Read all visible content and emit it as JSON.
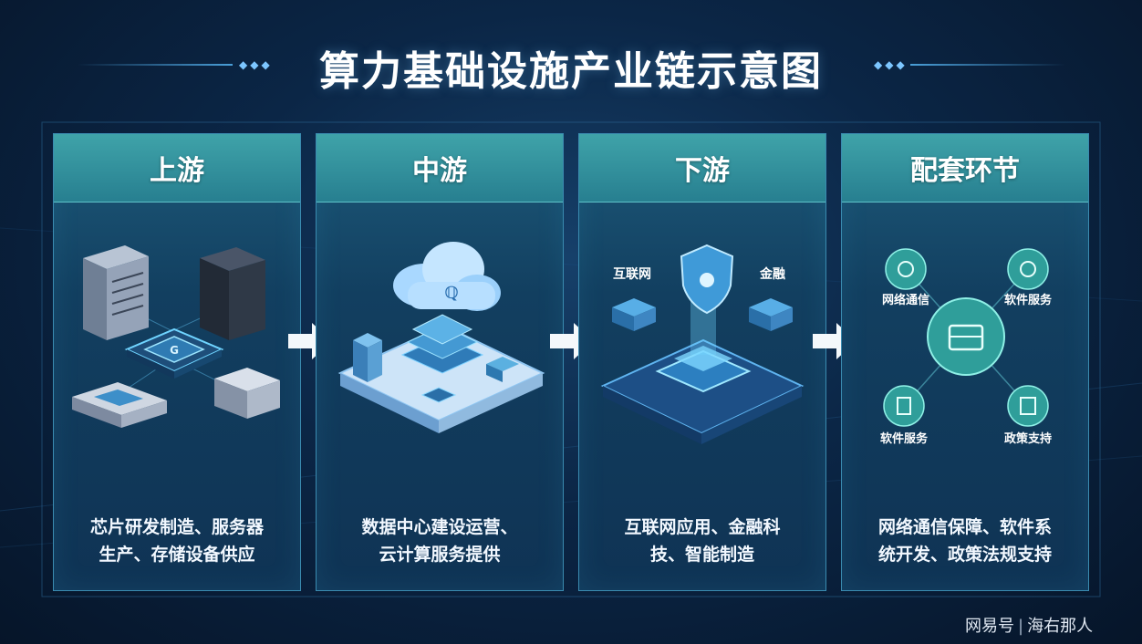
{
  "title": "算力基础设施产业链示意图",
  "panels": [
    {
      "heading": "上游",
      "desc_line1": "芯片研发制造、服务器",
      "desc_line2": "生产、存储设备供应"
    },
    {
      "heading": "中游",
      "desc_line1": "数据中心建设运营、",
      "desc_line2": "云计算服务提供"
    },
    {
      "heading": "下游",
      "desc_line1": "互联网应用、金融科",
      "desc_line2": "技、智能制造",
      "labels": {
        "left": "互联网",
        "right": "金融"
      }
    },
    {
      "heading": "配套环节",
      "desc_line1": "网络通信保障、软件系",
      "desc_line2": "统开发、政策法规支持",
      "nodes": {
        "top_left": "网络通信",
        "top_right": "软件服务",
        "bottom_left": "软件服务",
        "bottom_right": "政策支持"
      }
    }
  ],
  "watermark": {
    "brand": "网易号",
    "author": "海右那人"
  },
  "colors": {
    "accent": "#4fd0e0",
    "panel_head": "#2f8f9c",
    "background": "#0b2646"
  }
}
